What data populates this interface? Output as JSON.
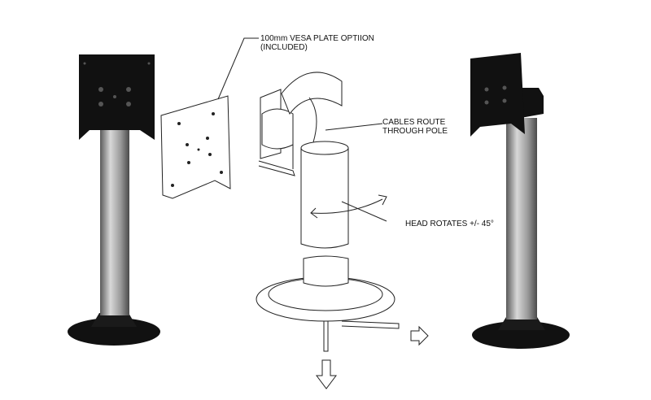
{
  "annotations": {
    "vesa_line1": "100mm VESA PLATE OPTIION",
    "vesa_line2": "(INCLUDED)",
    "cables_line1": "CABLES ROUTE",
    "cables_line2": "THROUGH POLE",
    "rotate": "HEAD ROTATES +/- 45°"
  },
  "colors": {
    "mount_black": "#111111",
    "pole_grey": "#9a9a9a"
  }
}
